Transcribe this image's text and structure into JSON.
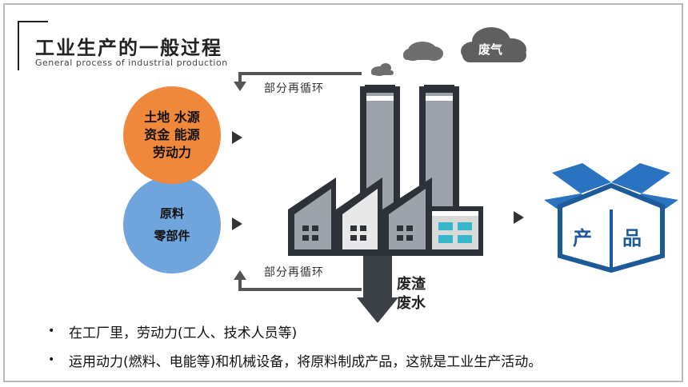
{
  "title": "工业生产的一般过程",
  "subtitle": "General process of industrial production",
  "inputs": {
    "orange": [
      "土地 水源",
      "资金 能源",
      "劳动力"
    ],
    "blue": [
      "原料",
      "零部件"
    ]
  },
  "recycle_top": "部分再循环",
  "recycle_bottom": "部分再循环",
  "waste_gas": "废气",
  "waste_solid": [
    "废渣",
    "废水"
  ],
  "product": [
    "产",
    "品"
  ],
  "bullets": [
    "在工厂里，劳动力(工人、技术人员等)",
    "运用动力(燃料、电能等)和机械设备，将原料制成产品，这就是工业生产活动。"
  ],
  "colors": {
    "orange": "#f0883c",
    "blue": "#6fa4dc",
    "factory_gray": "#9ea3ab",
    "factory_dark": "#2d3238",
    "window_cyan": "#35b6c9",
    "box_blue": "#1d5a9a"
  }
}
